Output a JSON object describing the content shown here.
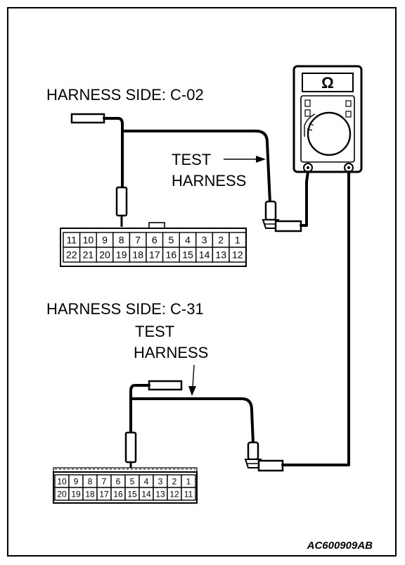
{
  "labels": {
    "c02_title": "HARNESS SIDE: C-02",
    "c31_title": "HARNESS SIDE: C-31",
    "test_harness_1_line1": "TEST",
    "test_harness_1_line2": "HARNESS",
    "test_harness_2_line1": "TEST",
    "test_harness_2_line2": "HARNESS",
    "figure_code": "AC600909AB"
  },
  "meter": {
    "symbol": "Ω",
    "icon": "ohmmeter-icon"
  },
  "connector_c02": {
    "top_row": [
      "11",
      "10",
      "9",
      "8",
      "7",
      "6",
      "5",
      "4",
      "3",
      "2",
      "1"
    ],
    "bottom_row": [
      "22",
      "21",
      "20",
      "19",
      "18",
      "17",
      "16",
      "15",
      "14",
      "13",
      "12"
    ],
    "probed_pin": "8"
  },
  "connector_c31": {
    "top_row": [
      "10",
      "9",
      "8",
      "7",
      "6",
      "5",
      "4",
      "3",
      "2",
      "1"
    ],
    "bottom_row": [
      "20",
      "19",
      "18",
      "17",
      "16",
      "15",
      "14",
      "13",
      "12",
      "11"
    ],
    "probed_pin": "5"
  }
}
